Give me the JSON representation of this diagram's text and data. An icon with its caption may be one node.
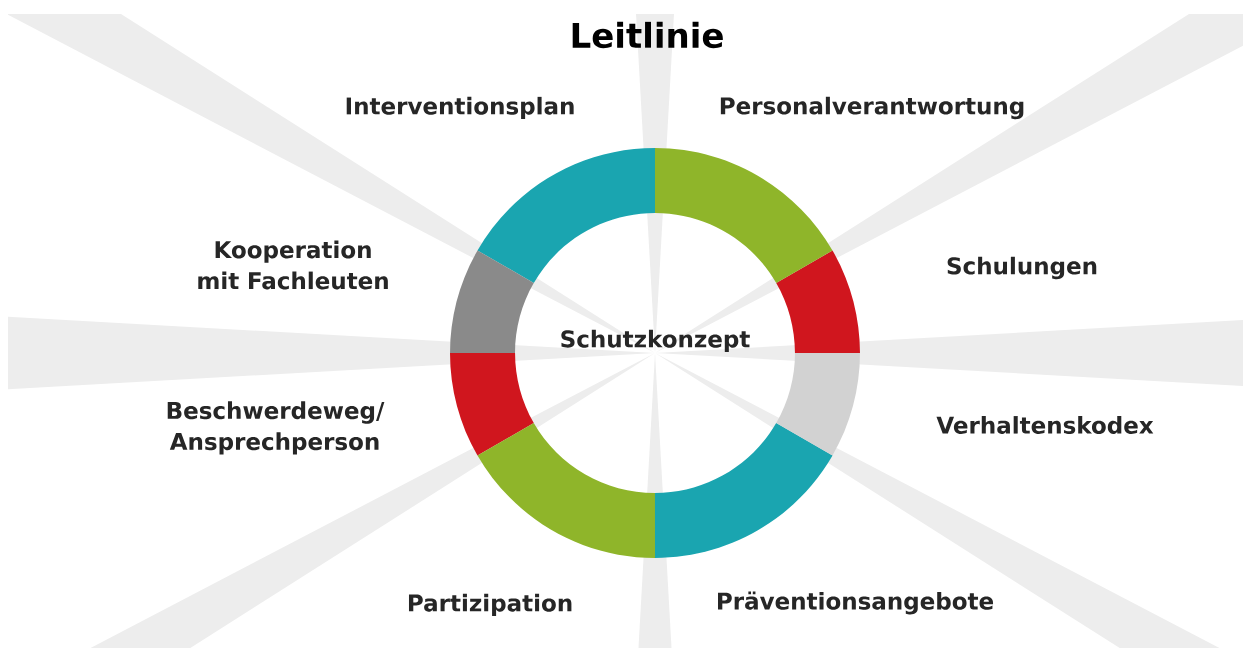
{
  "diagram": {
    "title": "Leitlinie",
    "nodes": [
      {
        "text": [
          "Schutzkonzept"
        ]
      },
      {
        "text": [
          "Interventionsplan"
        ]
      },
      {
        "text": [
          "Personalverantwortung"
        ]
      },
      {
        "text": [
          "Kooperation mit Fachleuten"
        ]
      },
      {
        "text": [
          "Schulungen"
        ]
      },
      {
        "text": [
          "Beschwerdeweg/ Ansprechperson"
        ]
      },
      {
        "text": [
          "Verhaltenskodex"
        ]
      },
      {
        "text": [
          "Partizipation"
        ]
      },
      {
        "text": [
          "Präventionsangebote"
        ]
      }
    ]
  }
}
